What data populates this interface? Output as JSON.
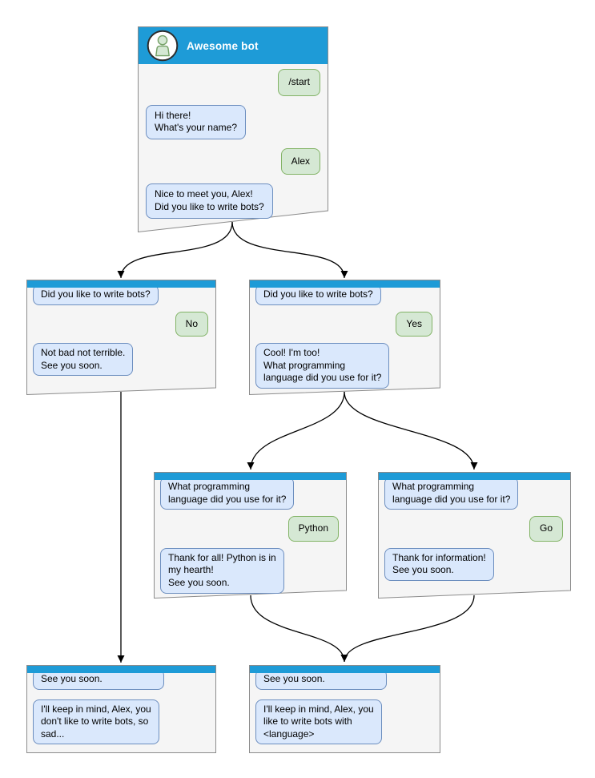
{
  "windows": [
    {
      "id": "main",
      "title": "Awesome bot",
      "messages": [
        {
          "from": "user",
          "text": "/start"
        },
        {
          "from": "bot",
          "text": "Hi there!\nWhat's your name?"
        },
        {
          "from": "user",
          "text": "Alex"
        },
        {
          "from": "bot",
          "text": "Nice to meet you, Alex!\nDid you like to write bots?"
        }
      ]
    },
    {
      "id": "branch-no",
      "messages": [
        {
          "from": "bot",
          "text": "Did you like to write bots?"
        },
        {
          "from": "user",
          "text": "No"
        },
        {
          "from": "bot",
          "text": "Not bad not terrible.\nSee you soon."
        }
      ]
    },
    {
      "id": "branch-yes",
      "messages": [
        {
          "from": "bot",
          "text": "Did you like to write bots?"
        },
        {
          "from": "user",
          "text": "Yes"
        },
        {
          "from": "bot",
          "text": "Cool! I'm too!\nWhat programming\nlanguage did you use for it?"
        }
      ]
    },
    {
      "id": "branch-python",
      "messages": [
        {
          "from": "bot",
          "text": "What programming\nlanguage did you use for it?"
        },
        {
          "from": "user",
          "text": "Python"
        },
        {
          "from": "bot",
          "text": "Thank for all! Python is in\nmy hearth!\nSee you soon."
        }
      ]
    },
    {
      "id": "branch-go",
      "messages": [
        {
          "from": "bot",
          "text": "What programming\nlanguage did you use for it?"
        },
        {
          "from": "user",
          "text": "Go"
        },
        {
          "from": "bot",
          "text": "Thank for information!\nSee you soon."
        }
      ]
    },
    {
      "id": "end-no",
      "messages": [
        {
          "from": "bot",
          "text": "See you soon."
        },
        {
          "from": "bot",
          "text": "I'll keep in mind, Alex, you\ndon't like to write bots, so\nsad..."
        }
      ]
    },
    {
      "id": "end-yes",
      "messages": [
        {
          "from": "bot",
          "text": "See you soon."
        },
        {
          "from": "bot",
          "text": "I'll keep in mind, Alex, you\nlike to write bots with\n<language>"
        }
      ]
    }
  ],
  "edges": [
    {
      "from": "main",
      "to": "branch-no"
    },
    {
      "from": "main",
      "to": "branch-yes"
    },
    {
      "from": "branch-no",
      "to": "end-no"
    },
    {
      "from": "branch-yes",
      "to": "branch-python"
    },
    {
      "from": "branch-yes",
      "to": "branch-go"
    },
    {
      "from": "branch-python",
      "to": "end-yes"
    },
    {
      "from": "branch-go",
      "to": "end-yes"
    }
  ],
  "icons": {
    "avatar": "person-icon"
  },
  "colors": {
    "titlebar_blue": "#1E9BD7",
    "window_bg": "#F5F5F5",
    "window_border": "#8C8C8C",
    "bot_bubble_bg": "#DAE8FC",
    "bot_bubble_border": "#6C8EBF",
    "user_bubble_bg": "#D5E8D4",
    "user_bubble_border": "#82B366",
    "connector": "#000000",
    "title_text": "#FFFFFF"
  }
}
